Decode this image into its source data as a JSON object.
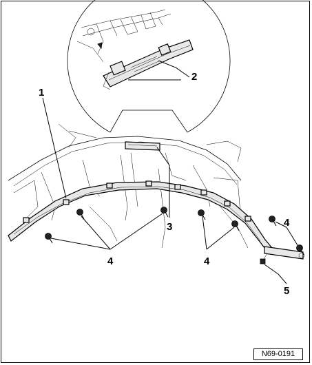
{
  "callouts": [
    {
      "id": "1",
      "label": "1"
    },
    {
      "id": "2",
      "label": "2"
    },
    {
      "id": "3",
      "label": "3"
    },
    {
      "id": "4a",
      "label": "4"
    },
    {
      "id": "4b",
      "label": "4"
    },
    {
      "id": "4c",
      "label": "4"
    },
    {
      "id": "5",
      "label": "5"
    }
  ],
  "reference": "N69-0191"
}
